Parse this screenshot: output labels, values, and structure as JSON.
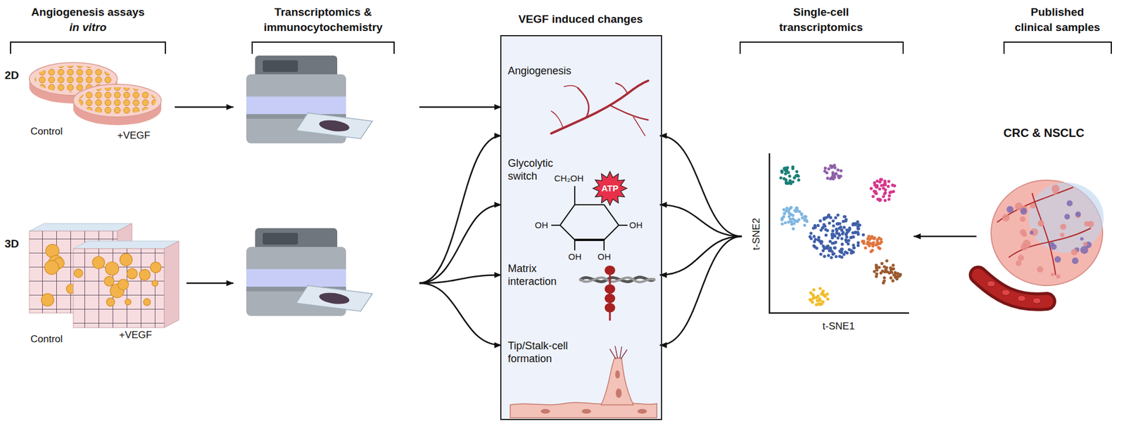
{
  "diagram": {
    "nodes": [
      {
        "text": [
          "2D",
          "Control",
          "+VEGF"
        ]
      },
      {
        "text": [
          "3D",
          "Control",
          "+VEGF"
        ]
      },
      {
        "text": [
          "VEGF induced changes"
        ]
      },
      {
        "text": [
          "Angiogenesis"
        ],
        "in": 2
      },
      {
        "text": [
          "Glycolytic switch"
        ],
        "in": 2
      },
      {
        "text": [
          "Matrix interaction"
        ],
        "in": 2
      },
      {
        "text": [
          "Tip/Stalk-cell formation"
        ],
        "in": 2
      },
      {
        "text": [
          "t-SNE2",
          "t-SNE1"
        ]
      },
      {
        "text": [
          "CRC & NSCLC"
        ]
      }
    ],
    "edges": [
      {
        "from": 0,
        "to": 3,
        "arrow": "to"
      },
      {
        "from": 1,
        "to": 3,
        "arrow": "to"
      },
      {
        "from": 1,
        "to": 4,
        "arrow": "to"
      },
      {
        "from": 1,
        "to": 5,
        "arrow": "to"
      },
      {
        "from": 1,
        "to": 6,
        "arrow": "to"
      },
      {
        "from": 7,
        "to": 3,
        "arrow": "to"
      },
      {
        "from": 7,
        "to": 4,
        "arrow": "to"
      },
      {
        "from": 7,
        "to": 5,
        "arrow": "to"
      },
      {
        "from": 7,
        "to": 6,
        "arrow": "to"
      },
      {
        "from": 8,
        "to": 7,
        "arrow": "to"
      }
    ],
    "labels": [
      "Angiogenesis assays",
      "in vitro",
      "Transcriptomics & immunocytochemistry",
      "CH₂OH",
      "OH",
      "OH",
      "OH",
      "OH",
      "ATP",
      "Single-cell transcriptomics",
      "Published clinical samples"
    ]
  }
}
